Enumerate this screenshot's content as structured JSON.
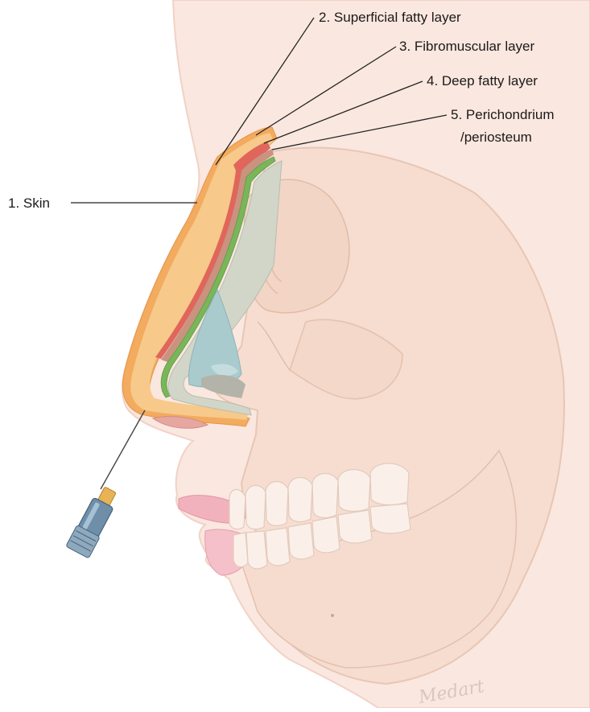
{
  "labels": {
    "skin": "1. Skin",
    "superficial_fatty_layer": "2. Superficial fatty layer",
    "fibromuscular_layer": "3. Fibromuscular layer",
    "deep_fatty_layer": "4. Deep fatty layer",
    "perichondrium_line1": "5. Perichondrium",
    "perichondrium_line2": "/periosteum"
  },
  "watermark": "Medart",
  "colors": {
    "face_skin": "#f9e3da",
    "skull_bone": "#f3dccf",
    "skin_layer": "#f2ad63",
    "fatty_layer": "#f7c98a",
    "fibromuscular_layer": "#e0665c",
    "deep_fatty_layer": "#c9937f",
    "perichondrium": "#79b65a",
    "cartilage": "#cfd5c6",
    "nasal_cavity": "#a9cbcd",
    "lips": "#f2b2bd"
  }
}
